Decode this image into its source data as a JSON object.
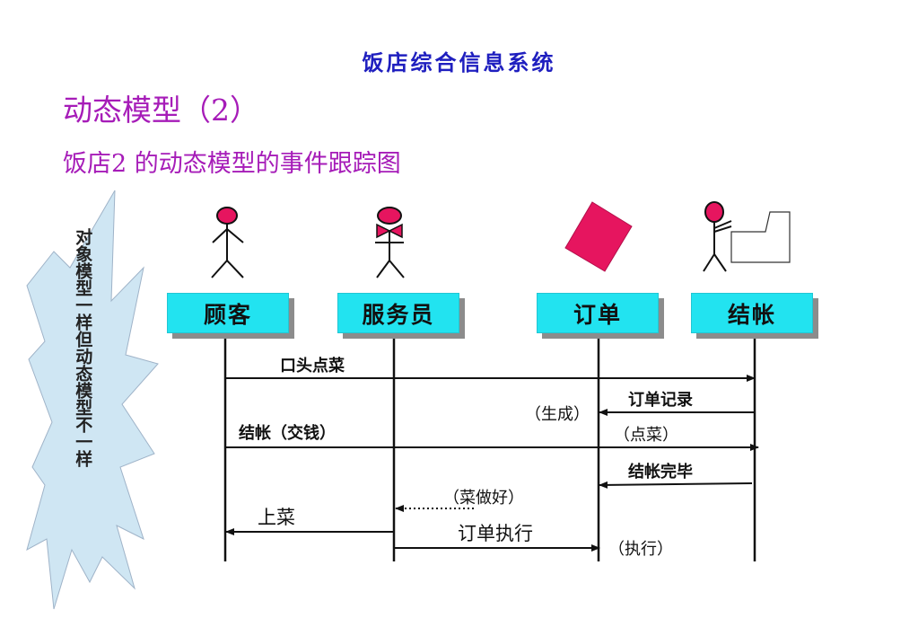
{
  "header": {
    "system_title": "饭店综合信息系统",
    "heading": "动态模型（2）",
    "subheading": "饭店2 的动态模型的事件跟踪图"
  },
  "side_note": {
    "text": "对象模型一样但动态模型不一样"
  },
  "objects": [
    {
      "label": "顾客",
      "icon": "stick-figure-icon"
    },
    {
      "label": "服务员",
      "icon": "bowtie-stick-figure-icon"
    },
    {
      "label": "订单",
      "icon": "pink-card-icon"
    },
    {
      "label": "结帐",
      "icon": "cashier-figure-icon"
    }
  ],
  "messages": [
    {
      "label": "口头点菜",
      "from": "顾客",
      "to": "结帐",
      "style": "solid"
    },
    {
      "label": "订单记录",
      "from": "结帐",
      "to": "订单",
      "style": "solid"
    },
    {
      "label": "（生成）",
      "from": "",
      "to": "",
      "style": "note"
    },
    {
      "label": "结帐（交钱）",
      "from": "顾客",
      "to": "结帐",
      "style": "solid"
    },
    {
      "label": "（点菜）",
      "from": "",
      "to": "",
      "style": "note"
    },
    {
      "label": "结帐完毕",
      "from": "结帐",
      "to": "订单",
      "style": "solid"
    },
    {
      "label": "（菜做好）",
      "from": "",
      "to": "服务员",
      "style": "dotted"
    },
    {
      "label": "上菜",
      "from": "服务员",
      "to": "顾客",
      "style": "solid"
    },
    {
      "label": "订单执行",
      "from": "服务员",
      "to": "订单",
      "style": "solid"
    },
    {
      "label": "（执行）",
      "from": "",
      "to": "",
      "style": "note"
    }
  ],
  "colors": {
    "title_blue": "#1f1fbf",
    "heading_purple": "#a61cb8",
    "box_cyan": "#22e3f0",
    "icon_pink": "#e6155f",
    "burst_blue": "#cfe6f3"
  }
}
